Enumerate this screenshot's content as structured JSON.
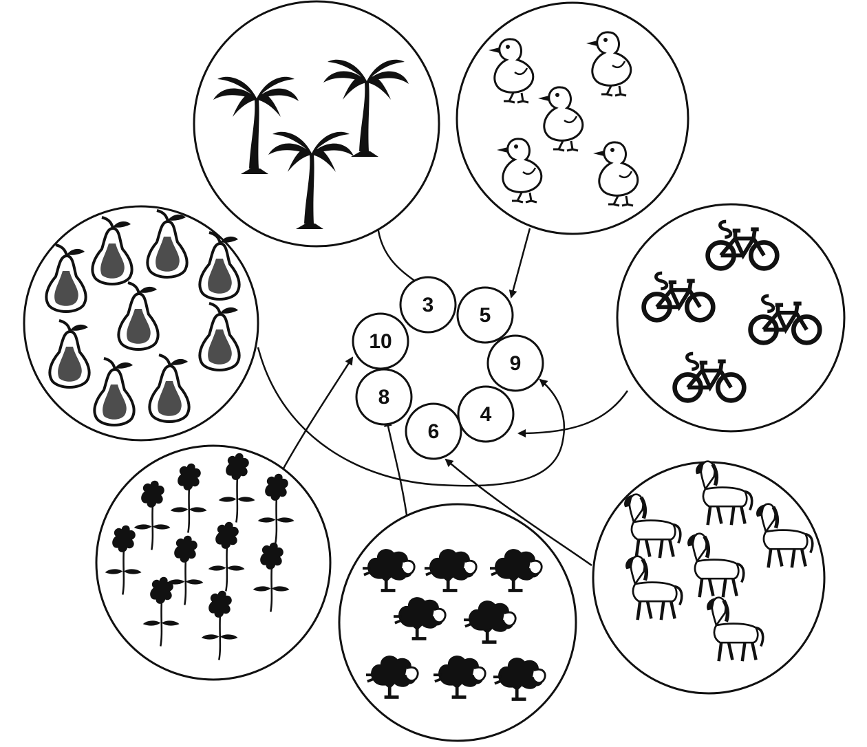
{
  "numbers": [
    {
      "key": "n3",
      "label": "3"
    },
    {
      "key": "n5",
      "label": "5"
    },
    {
      "key": "n9",
      "label": "9"
    },
    {
      "key": "n4",
      "label": "4"
    },
    {
      "key": "n6",
      "label": "6"
    },
    {
      "key": "n8",
      "label": "8"
    },
    {
      "key": "n10",
      "label": "10"
    }
  ],
  "groups": [
    {
      "key": "palms",
      "icon": "palm-tree-icon",
      "count": 3
    },
    {
      "key": "ducks",
      "icon": "duck-icon",
      "count": 5
    },
    {
      "key": "bicycles",
      "icon": "bicycle-icon",
      "count": 4
    },
    {
      "key": "horses",
      "icon": "horse-icon",
      "count": 6
    },
    {
      "key": "bushes",
      "icon": "bush-icon",
      "count": 8
    },
    {
      "key": "flowers",
      "icon": "flower-icon",
      "count": 10
    },
    {
      "key": "pears",
      "icon": "pear-icon",
      "count": 9
    }
  ],
  "colors": {
    "ink": "#111111",
    "paper": "#ffffff"
  }
}
